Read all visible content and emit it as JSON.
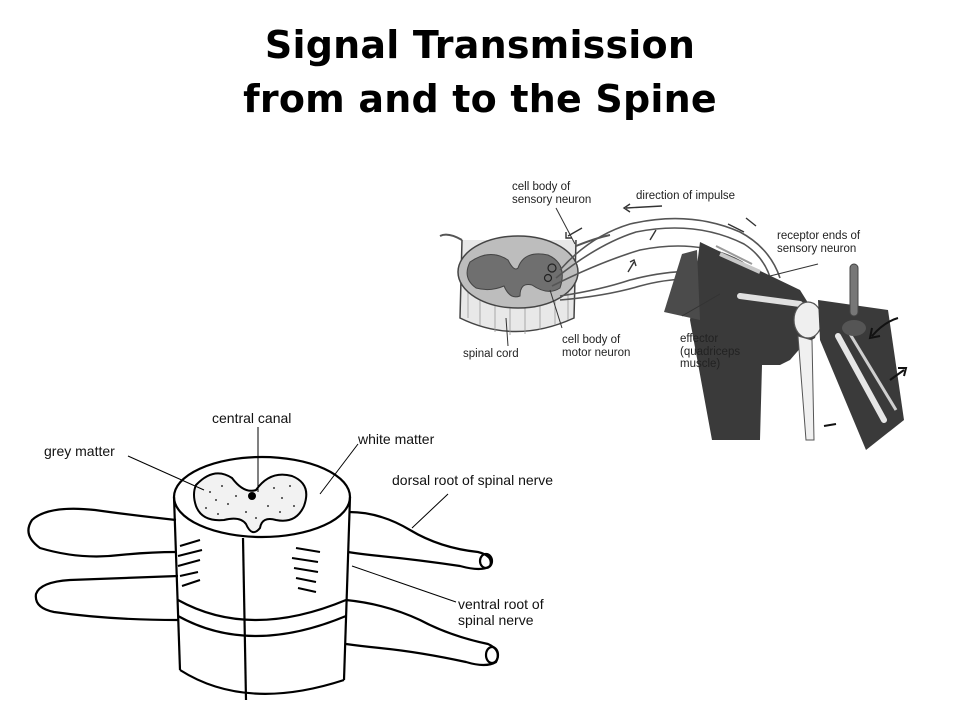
{
  "slide": {
    "title_line1": "Signal Transmission",
    "title_line2": "from and to the Spine"
  },
  "reflex_diagram": {
    "labels": {
      "cell_body_sensory_1": "cell body of",
      "cell_body_sensory_2": "sensory neuron",
      "direction_of_impulse": "direction of impulse",
      "receptor_ends_1": "receptor ends of",
      "receptor_ends_2": "sensory neuron",
      "spinal_cord": "spinal cord",
      "cell_body_motor_1": "cell body of",
      "cell_body_motor_2": "motor neuron",
      "effector_1": "effector",
      "effector_2": "(quadriceps",
      "effector_3": "muscle)"
    }
  },
  "spinal_cord_diagram": {
    "labels": {
      "central_canal": "central canal",
      "grey_matter": "grey matter",
      "white_matter": "white matter",
      "dorsal_root": "dorsal root of spinal nerve",
      "ventral_root_1": "ventral root of",
      "ventral_root_2": "spinal nerve"
    }
  },
  "colors": {
    "text": "#000000",
    "leg_dark": "#3a3a3a",
    "cord_grey": "#7a7a7a"
  }
}
